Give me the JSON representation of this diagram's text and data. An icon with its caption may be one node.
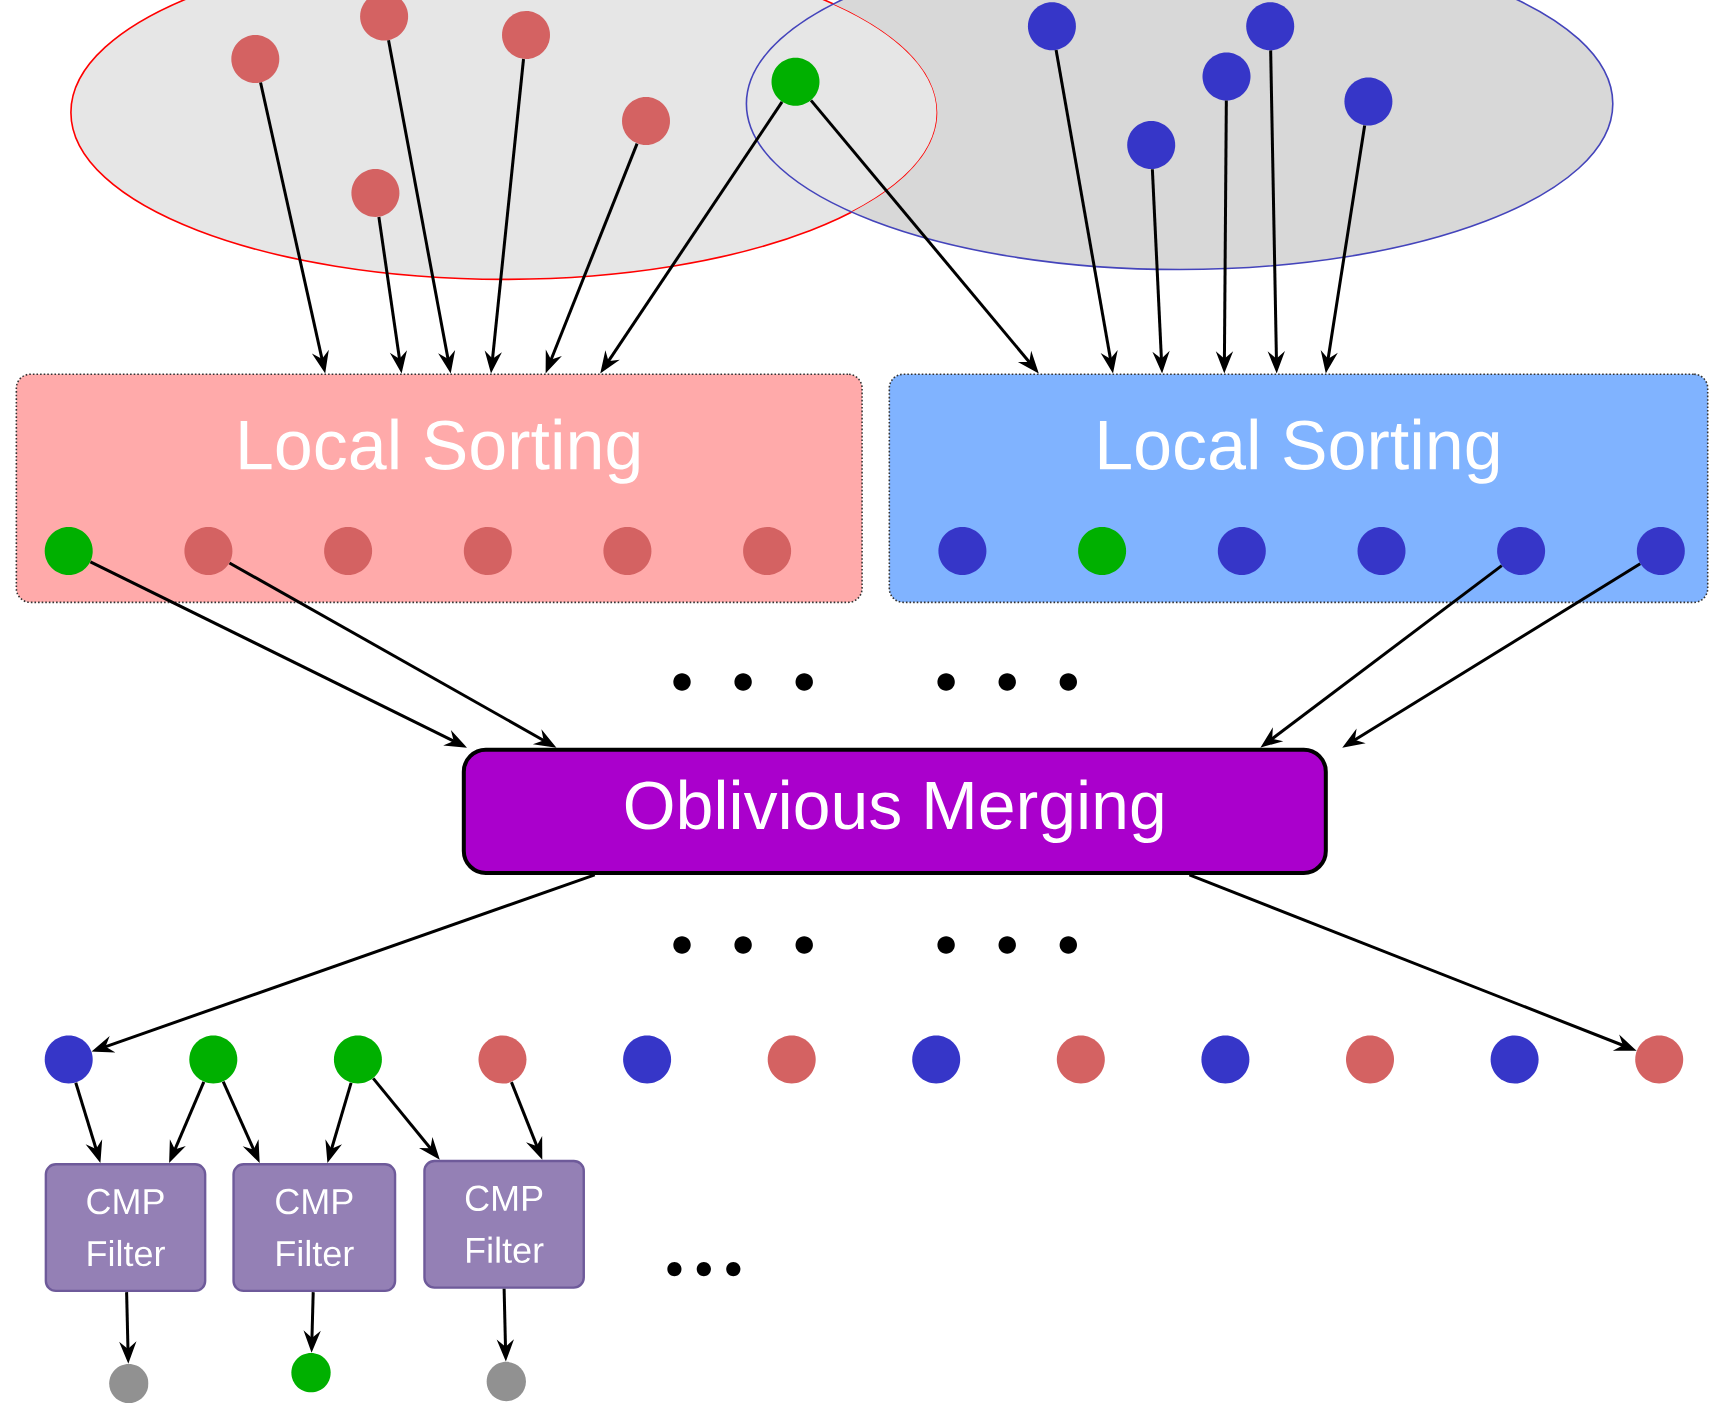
{
  "diagram": {
    "nodes": [
      {
        "text": [],
        "shape": "ellipse"
      },
      {
        "text": [],
        "shape": "ellipse"
      },
      {
        "text": [],
        "shape": "circle",
        "in": 0
      },
      {
        "text": [],
        "shape": "circle",
        "in": 0
      },
      {
        "text": [],
        "shape": "circle",
        "in": 0
      },
      {
        "text": [],
        "shape": "circle",
        "in": 0
      },
      {
        "text": [],
        "shape": "circle",
        "in": 0
      },
      {
        "text": [],
        "shape": "circle"
      },
      {
        "text": [],
        "shape": "circle",
        "in": 1
      },
      {
        "text": [],
        "shape": "circle",
        "in": 1
      },
      {
        "text": [],
        "shape": "circle",
        "in": 1
      },
      {
        "text": [],
        "shape": "circle",
        "in": 1
      },
      {
        "text": [],
        "shape": "circle",
        "in": 1
      },
      {
        "text": [
          "Local Sorting"
        ]
      },
      {
        "text": [],
        "shape": "circle",
        "in": 13
      },
      {
        "text": [],
        "shape": "circle",
        "in": 13
      },
      {
        "text": [],
        "shape": "circle",
        "in": 13
      },
      {
        "text": [],
        "shape": "circle",
        "in": 13
      },
      {
        "text": [],
        "shape": "circle",
        "in": 13
      },
      {
        "text": [],
        "shape": "circle",
        "in": 13
      },
      {
        "text": [
          "Local Sorting"
        ]
      },
      {
        "text": [],
        "shape": "circle",
        "in": 20
      },
      {
        "text": [],
        "shape": "circle",
        "in": 20
      },
      {
        "text": [],
        "shape": "circle",
        "in": 20
      },
      {
        "text": [],
        "shape": "circle",
        "in": 20
      },
      {
        "text": [],
        "shape": "circle",
        "in": 20
      },
      {
        "text": [],
        "shape": "circle",
        "in": 20
      },
      {
        "text": [
          "Oblivious Merging"
        ]
      },
      {
        "text": [],
        "shape": "circle"
      },
      {
        "text": [],
        "shape": "circle"
      },
      {
        "text": [],
        "shape": "circle"
      },
      {
        "text": [],
        "shape": "circle"
      },
      {
        "text": [],
        "shape": "circle"
      },
      {
        "text": [],
        "shape": "circle"
      },
      {
        "text": [],
        "shape": "circle"
      },
      {
        "text": [],
        "shape": "circle"
      },
      {
        "text": [],
        "shape": "circle"
      },
      {
        "text": [],
        "shape": "circle"
      },
      {
        "text": [],
        "shape": "circle"
      },
      {
        "text": [],
        "shape": "circle"
      },
      {
        "text": [
          "CMP Filter"
        ]
      },
      {
        "text": [
          "CMP Filter"
        ]
      },
      {
        "text": [
          "CMP Filter"
        ]
      },
      {
        "text": [],
        "shape": "circle"
      },
      {
        "text": [],
        "shape": "circle"
      },
      {
        "text": [],
        "shape": "circle"
      }
    ],
    "edges": [
      {
        "from": 2,
        "to": 13,
        "arrow": "to"
      },
      {
        "from": 3,
        "to": 13,
        "arrow": "to"
      },
      {
        "from": 4,
        "to": 13,
        "arrow": "to"
      },
      {
        "from": 5,
        "to": 13,
        "arrow": "to"
      },
      {
        "from": 6,
        "to": 13,
        "arrow": "to"
      },
      {
        "from": 7,
        "to": 13,
        "arrow": "to"
      },
      {
        "from": 7,
        "to": 20,
        "arrow": "to"
      },
      {
        "from": 8,
        "to": 20,
        "arrow": "to"
      },
      {
        "from": 9,
        "to": 20,
        "arrow": "to"
      },
      {
        "from": 10,
        "to": 20,
        "arrow": "to"
      },
      {
        "from": 11,
        "to": 20,
        "arrow": "to"
      },
      {
        "from": 12,
        "to": 20,
        "arrow": "to"
      },
      {
        "from": 14,
        "to": 27,
        "arrow": "to"
      },
      {
        "from": 15,
        "to": 27,
        "arrow": "to"
      },
      {
        "from": 25,
        "to": 27,
        "arrow": "to"
      },
      {
        "from": 26,
        "to": 27,
        "arrow": "to"
      },
      {
        "from": 27,
        "to": 28,
        "arrow": "to"
      },
      {
        "from": 27,
        "to": 39,
        "arrow": "to"
      },
      {
        "from": 28,
        "to": 40,
        "arrow": "to"
      },
      {
        "from": 29,
        "to": 40,
        "arrow": "to"
      },
      {
        "from": 29,
        "to": 41,
        "arrow": "to"
      },
      {
        "from": 30,
        "to": 41,
        "arrow": "to"
      },
      {
        "from": 30,
        "to": 42,
        "arrow": "to"
      },
      {
        "from": 31,
        "to": 42,
        "arrow": "to"
      },
      {
        "from": 40,
        "to": 43,
        "arrow": "to"
      },
      {
        "from": 41,
        "to": 44,
        "arrow": "to"
      },
      {
        "from": 42,
        "to": 45,
        "arrow": "to"
      }
    ]
  }
}
